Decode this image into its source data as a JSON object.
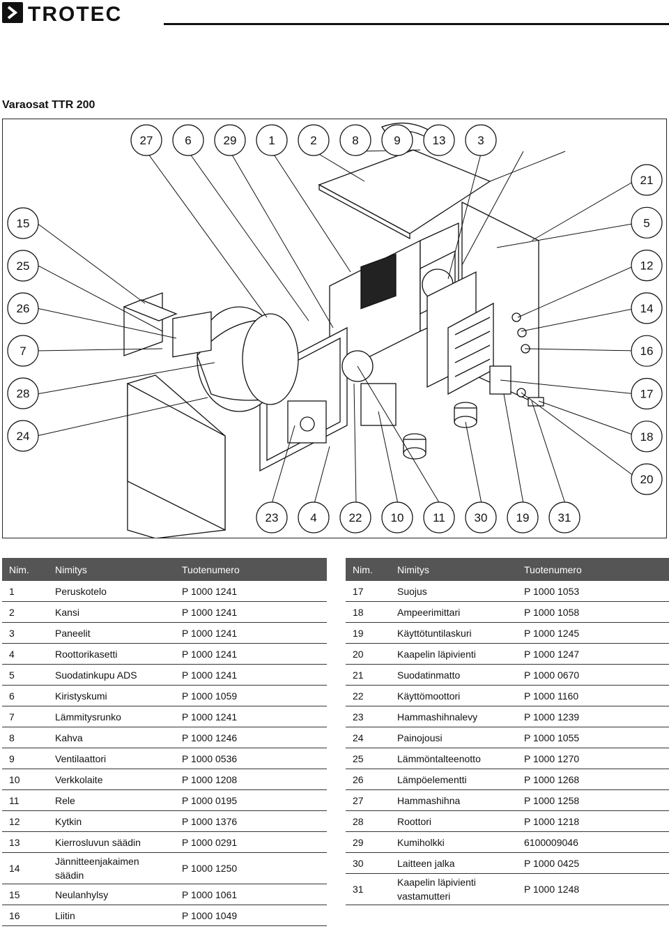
{
  "header": {
    "brand": "TROTEC"
  },
  "page_title": "Varaosat TTR 200",
  "callouts": {
    "top": [
      "27",
      "6",
      "29",
      "1",
      "2",
      "8",
      "9",
      "13",
      "3"
    ],
    "left": [
      "15",
      "25",
      "26",
      "7",
      "28",
      "24"
    ],
    "right": [
      "21",
      "5",
      "12",
      "14",
      "16",
      "17",
      "18",
      "20"
    ],
    "bottom": [
      "23",
      "4",
      "22",
      "10",
      "11",
      "30",
      "19",
      "31"
    ]
  },
  "table_headers": {
    "nr": "Nim.",
    "name": "Nimitys",
    "part": "Tuotenumero"
  },
  "table_left": [
    {
      "nr": "1",
      "name": "Peruskotelo",
      "part": "P 1000 1241"
    },
    {
      "nr": "2",
      "name": "Kansi",
      "part": "P 1000 1241"
    },
    {
      "nr": "3",
      "name": "Paneelit",
      "part": "P 1000 1241"
    },
    {
      "nr": "4",
      "name": "Roottorikasetti",
      "part": "P 1000 1241"
    },
    {
      "nr": "5",
      "name": "Suodatinkupu ADS",
      "part": "P 1000 1241"
    },
    {
      "nr": "6",
      "name": "Kiristyskumi",
      "part": "P 1000 1059"
    },
    {
      "nr": "7",
      "name": "Lämmitysrunko",
      "part": "P 1000 1241"
    },
    {
      "nr": "8",
      "name": "Kahva",
      "part": "P 1000 1246"
    },
    {
      "nr": "9",
      "name": "Ventilaattori",
      "part": "P 1000 0536"
    },
    {
      "nr": "10",
      "name": "Verkkolaite",
      "part": "P 1000 1208"
    },
    {
      "nr": "11",
      "name": "Rele",
      "part": "P 1000 0195"
    },
    {
      "nr": "12",
      "name": "Kytkin",
      "part": "P 1000 1376"
    },
    {
      "nr": "13",
      "name": "Kierrosluvun säädin",
      "part": "P 1000 0291"
    },
    {
      "nr": "14",
      "name": "Jännitteenjakaimen säädin",
      "part": "P 1000 1250"
    },
    {
      "nr": "15",
      "name": "Neulanhylsy",
      "part": "P 1000 1061"
    },
    {
      "nr": "16",
      "name": "Liitin",
      "part": "P 1000 1049"
    }
  ],
  "table_right": [
    {
      "nr": "17",
      "name": "Suojus",
      "part": "P 1000 1053"
    },
    {
      "nr": "18",
      "name": "Ampeerimittari",
      "part": "P 1000 1058"
    },
    {
      "nr": "19",
      "name": "Käyttötuntilaskuri",
      "part": "P 1000 1245"
    },
    {
      "nr": "20",
      "name": "Kaapelin läpivienti",
      "part": "P 1000 1247"
    },
    {
      "nr": "21",
      "name": "Suodatinmatto",
      "part": "P 1000 0670"
    },
    {
      "nr": "22",
      "name": "Käyttömoottori",
      "part": "P 1000 1160"
    },
    {
      "nr": "23",
      "name": "Hammashihnalevy",
      "part": "P 1000 1239"
    },
    {
      "nr": "24",
      "name": "Painojousi",
      "part": "P 1000 1055"
    },
    {
      "nr": "25",
      "name": "Lämmöntalteenotto",
      "part": "P 1000 1270"
    },
    {
      "nr": "26",
      "name": "Lämpöelementti",
      "part": "P 1000 1268"
    },
    {
      "nr": "27",
      "name": "Hammashihna",
      "part": "P 1000 1258"
    },
    {
      "nr": "28",
      "name": "Roottori",
      "part": "P 1000 1218"
    },
    {
      "nr": "29",
      "name": "Kumiholkki",
      "part": "6100009046"
    },
    {
      "nr": "30",
      "name": "Laitteen jalka",
      "part": "P 1000 0425"
    },
    {
      "nr": "31",
      "name": "Kaapelin läpivienti vastamutteri",
      "part": "P 1000 1248"
    }
  ]
}
